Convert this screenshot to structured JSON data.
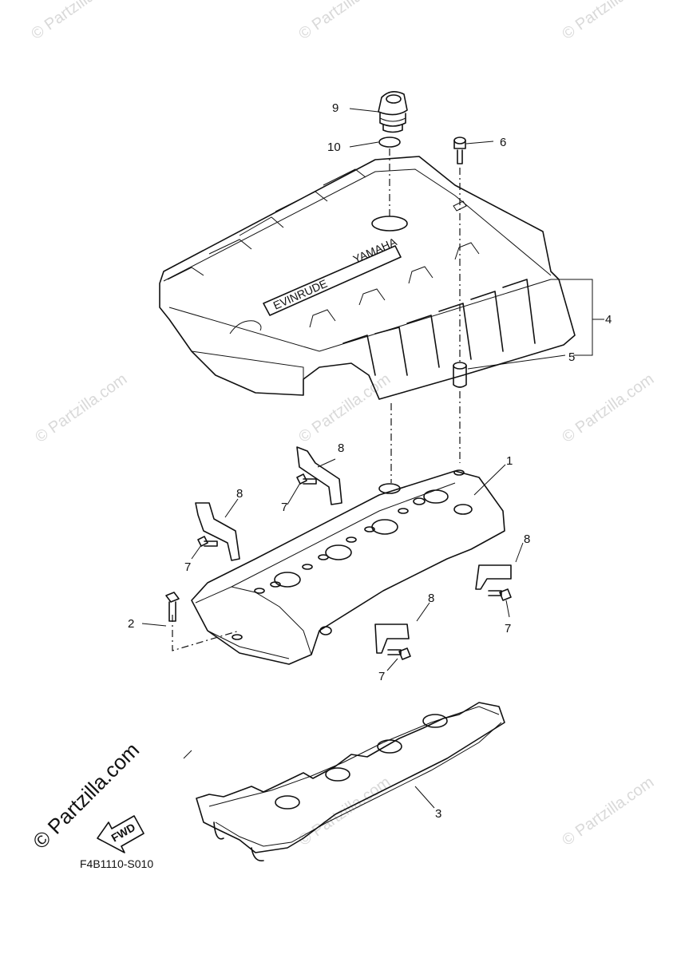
{
  "watermark": "© Partzilla.com",
  "brand_text": "© Partzilla.com",
  "fwd_label": "FWD",
  "diagram_code": "F4B1110-S010",
  "cover_text": "EVINRUDE",
  "cover_brand": "YAMAHA",
  "callouts": {
    "c1": "1",
    "c2": "2",
    "c3": "3",
    "c4": "4",
    "c5": "5",
    "c6": "6",
    "c7a": "7",
    "c7b": "7",
    "c7c": "7",
    "c7d": "7",
    "c8a": "8",
    "c8b": "8",
    "c8c": "8",
    "c8d": "8",
    "c9": "9",
    "c10": "10"
  }
}
